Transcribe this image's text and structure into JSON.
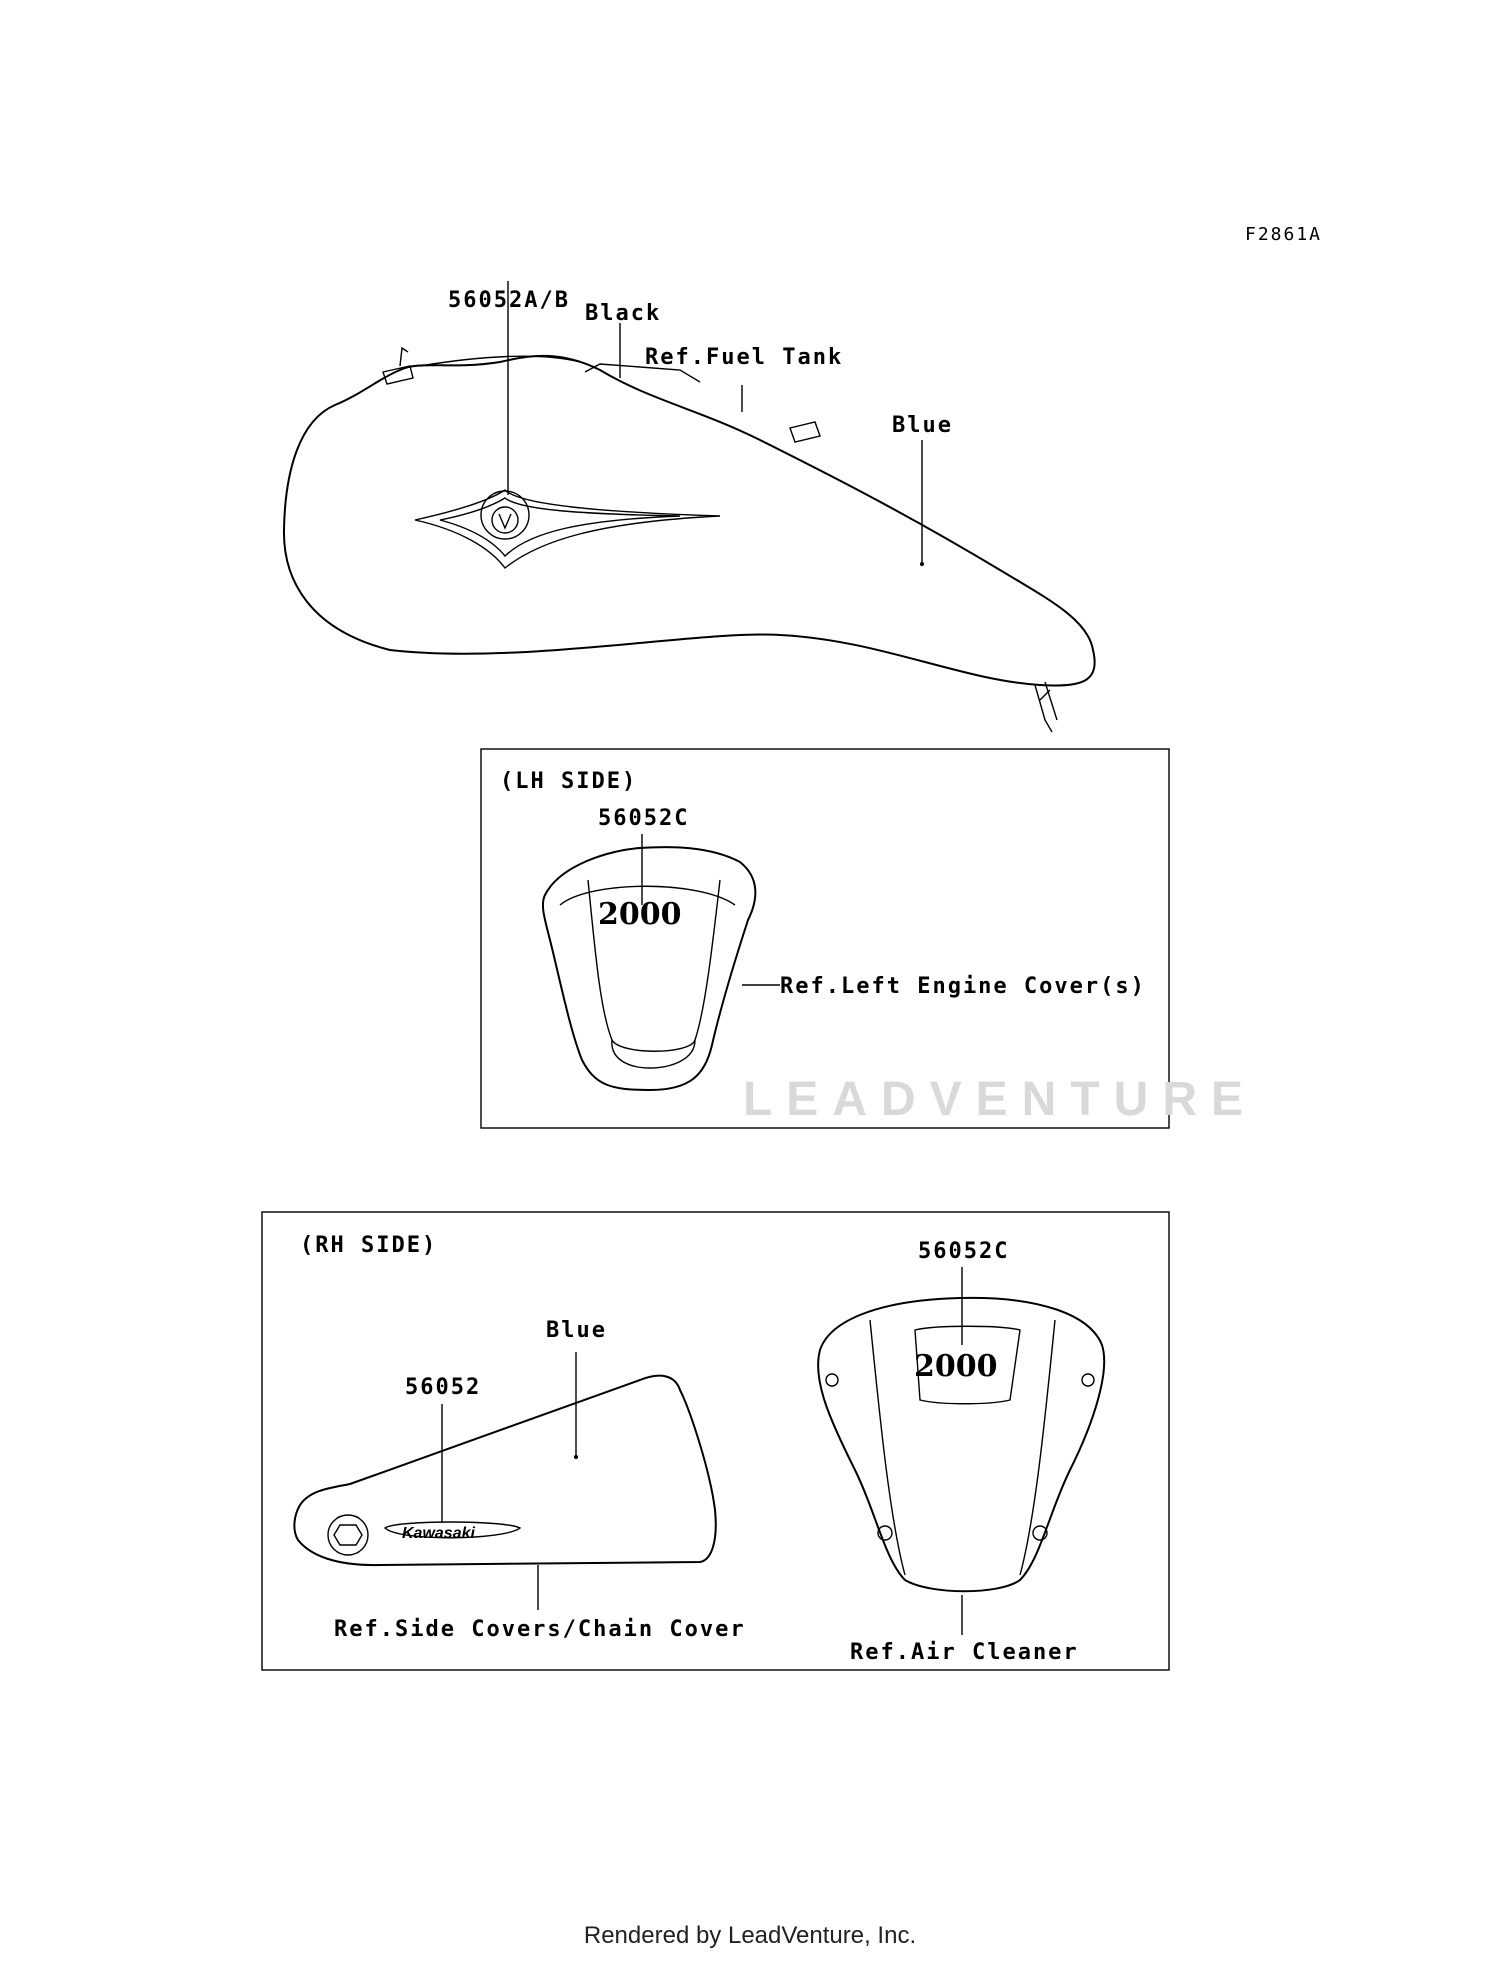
{
  "figure_id": "F2861A",
  "watermark": "LEADVENTURE",
  "footer": "Rendered by LeadVenture, Inc.",
  "fuel_tank": {
    "part_label": "56052A/B",
    "black_label": "Black",
    "ref_label": "Ref.Fuel Tank",
    "blue_label": "Blue"
  },
  "lh_side": {
    "title": "(LH SIDE)",
    "part_label": "56052C",
    "badge_text": "2000",
    "ref_label": "Ref.Left Engine Cover(s)"
  },
  "rh_side": {
    "title": "(RH SIDE)",
    "blue_label": "Blue",
    "side_part_label": "56052",
    "emblem_text": "Kawasaki",
    "side_ref_label": "Ref.Side Covers/Chain Cover",
    "cleaner_part_label": "56052C",
    "cleaner_badge_text": "2000",
    "cleaner_ref_label": "Ref.Air Cleaner"
  }
}
